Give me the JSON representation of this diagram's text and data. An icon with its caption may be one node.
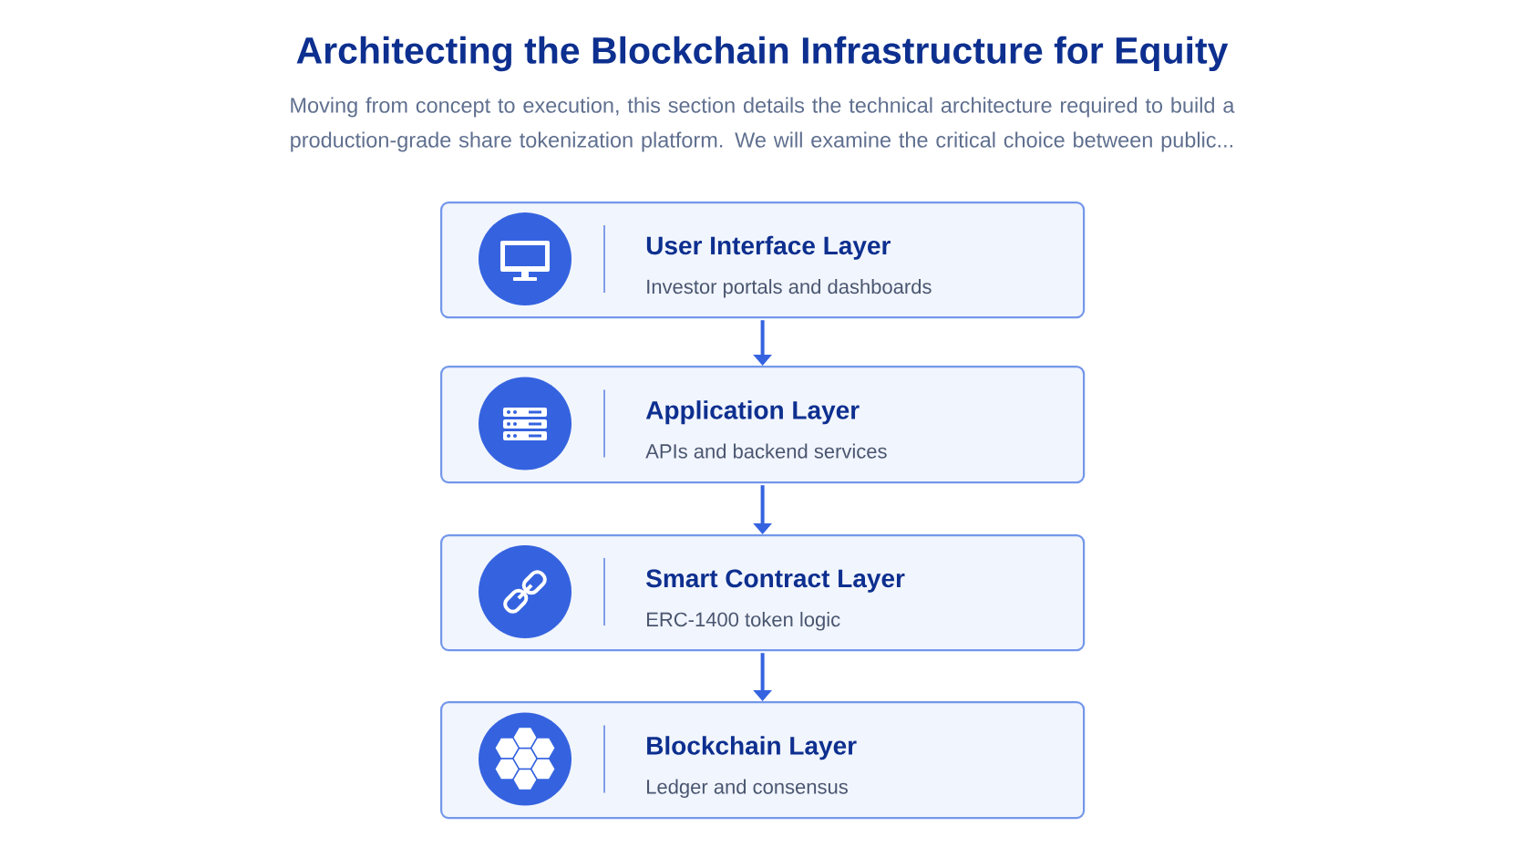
{
  "diagram": {
    "title": "Architecting the Blockchain Infrastructure for Equity",
    "labels": [
      "Moving from concept to execution, this section details the technical architecture required to build a production-grade share tokenization platform. We will examine the critical choice between public..."
    ],
    "nodes": [
      {
        "text": [
          "User Interface Layer",
          "Investor portals and dashboards"
        ]
      },
      {
        "text": [
          "Application Layer",
          "APIs and backend services"
        ]
      },
      {
        "text": [
          "Smart Contract Layer",
          "ERC-1400 token logic"
        ]
      },
      {
        "text": [
          "Blockchain Layer",
          "Ledger and consensus"
        ]
      }
    ],
    "edges": [
      {
        "from": 0,
        "to": 1,
        "arrow": "to"
      },
      {
        "from": 1,
        "to": 2,
        "arrow": "to"
      },
      {
        "from": 2,
        "to": 3,
        "arrow": "to"
      }
    ]
  }
}
